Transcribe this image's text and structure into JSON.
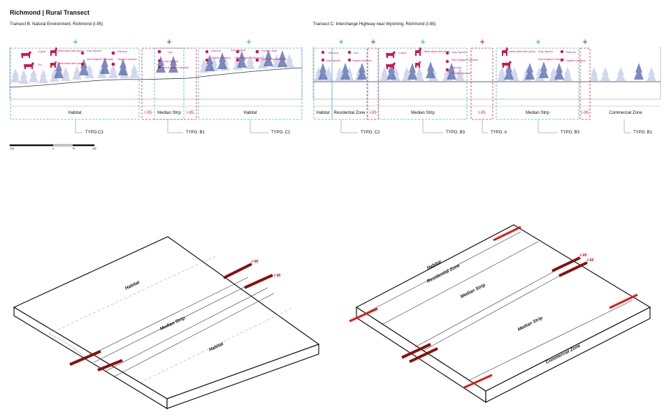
{
  "title": "Richmond | Rural Transect",
  "transect_b": {
    "subtitle": "Transect B: Natural Environment, Richmond (I-95)",
    "zones": [
      "Habitat",
      "I-95",
      "Median Strip",
      "I-95",
      "Habitat"
    ],
    "typologies": [
      "TYPO.C3",
      "TYPO. B1",
      "TYPO. C1"
    ],
    "animals_left": [
      "Coyote",
      "White-tailed deer (buck)",
      "Gray Squirrel",
      "Raccoon",
      "Fox",
      "White-tailed deer (doe)",
      "New England Cottontail",
      "Virginia Opossum"
    ],
    "animals_mid": [
      "Owl",
      "Gray Squirrel",
      "New England Cottontail"
    ],
    "animals_right": [
      "Raccoon",
      "Gray Squirrel",
      "Fowler's Toad",
      "Virginia Opossum",
      "New England Cottontail",
      "Eastern Painted Turtle"
    ]
  },
  "transect_c": {
    "subtitle": "Transect C: Interchange Highway near Wyoming, Richmond (I-95)",
    "zones": [
      "Habitat",
      "Residential Zone",
      "I-95",
      "Median Strip",
      "I-95",
      "Median Strip",
      "I-95",
      "Commercial Zone"
    ],
    "typologies": [
      "TYPO. C2",
      "TYPO. B3",
      "TYPO. A",
      "TYPO. B3",
      "TYPO. B1"
    ],
    "animals_a": [
      "Raccoon",
      "Owl",
      "Gray Squirrel",
      "Virginia Opossum"
    ],
    "animals_b": [
      "Coyote",
      "White-tailed deer (buck)",
      "Gray Squirrel",
      "New England Cottontail",
      "Raccoon",
      "Virginia Opossum"
    ],
    "animals_c": [
      "White-tailed deer (buck)",
      "Gray Squirrel",
      "New England Cottontail",
      "Raccoon",
      "Virginia Opossum"
    ]
  },
  "scale": [
    "100",
    "0",
    "75",
    "150"
  ],
  "iso_left": {
    "labels": [
      "Habitat",
      "Median Strip",
      "Habitat"
    ],
    "road_labels": [
      "I-95",
      "I-95"
    ]
  },
  "iso_right": {
    "labels": [
      "Habitat",
      "Residential Zone",
      "Median Strip",
      "Median Strip",
      "Commercial Zone"
    ],
    "road_labels": [
      "I-95",
      "I-95"
    ]
  },
  "colors": {
    "plus_cyan": "#1a9ad6",
    "plus_red": "#9b1b30",
    "dash_cyan": "#3bb4d9",
    "dash_red": "#d22a4a",
    "road": "#a01020"
  }
}
